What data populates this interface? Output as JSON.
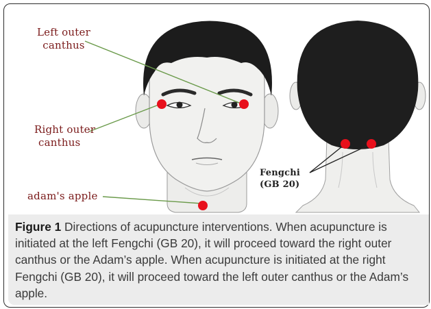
{
  "figure": {
    "labels": {
      "left_outer_canthus": [
        "Left outer",
        "canthus"
      ],
      "right_outer_canthus": [
        "Right outer",
        "canthus"
      ],
      "adams_apple": "adam's apple",
      "fengchi": [
        "Fengchi",
        "(GB 20)"
      ]
    },
    "colors": {
      "marker": "#e8101c",
      "label_text": "#7a1a1a",
      "leader_line": "#6a9a4a",
      "hair": "#1a1a1a",
      "caption_band": "#ececec"
    }
  },
  "caption": {
    "lead": "Figure 1",
    "text": " Directions of acupuncture interventions. When acupuncture is initiated at the left Fengchi (GB 20), it will proceed toward the right outer canthus or the Adam’s apple. When acupuncture is initiated at the right Fengchi (GB 20), it will proceed toward the left outer canthus or the Adam’s apple."
  }
}
